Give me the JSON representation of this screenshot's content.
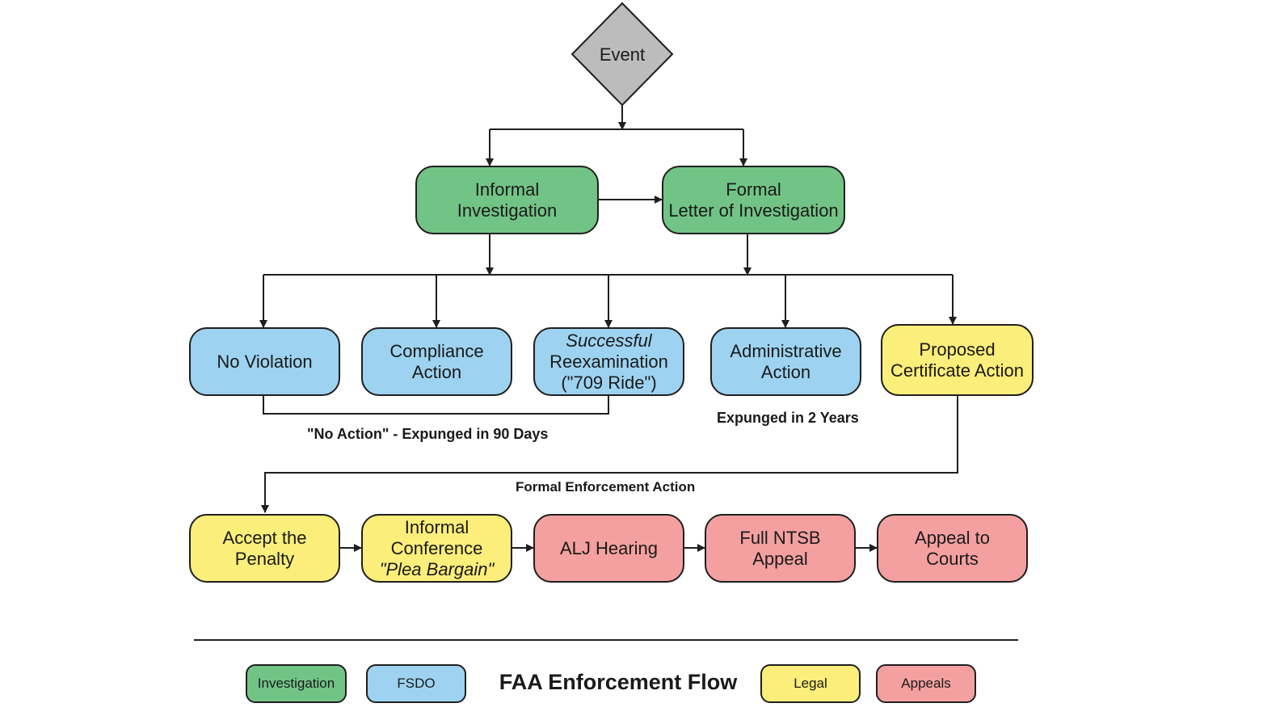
{
  "event": {
    "label": "Event"
  },
  "nodes": {
    "informal_investigation": [
      "Informal",
      "Investigation"
    ],
    "formal_letter": [
      "Formal",
      "Letter of Investigation"
    ],
    "no_violation": [
      "No Violation"
    ],
    "compliance_action": [
      "Compliance",
      "Action"
    ],
    "successful_reexam": [
      "Successful",
      "Reexamination",
      "(\"709 Ride\")"
    ],
    "administrative_action": [
      "Administrative",
      "Action"
    ],
    "proposed_certificate_action": [
      "Proposed",
      "Certificate Action"
    ],
    "accept_penalty": [
      "Accept the",
      "Penalty"
    ],
    "informal_conference": [
      "Informal",
      "Conference",
      "\"Plea Bargain\""
    ],
    "alj_hearing": [
      "ALJ Hearing"
    ],
    "full_ntsb_appeal": [
      "Full NTSB",
      "Appeal"
    ],
    "appeal_courts": [
      "Appeal to",
      "Courts"
    ]
  },
  "notes": {
    "no_action": "\"No Action\" - Expunged in 90 Days",
    "expunged_two_years": "Expunged in 2 Years",
    "formal_enforcement": "Formal Enforcement Action"
  },
  "legend": {
    "title": "FAA Enforcement Flow",
    "investigation": "Investigation",
    "fsdo": "FSDO",
    "legal": "Legal",
    "appeals": "Appeals"
  },
  "colors": {
    "investigation": "#72c486",
    "fsdo": "#9dd3f0",
    "legal": "#fbee7a",
    "appeals": "#f4a0a0",
    "event": "#bcbcbc"
  }
}
